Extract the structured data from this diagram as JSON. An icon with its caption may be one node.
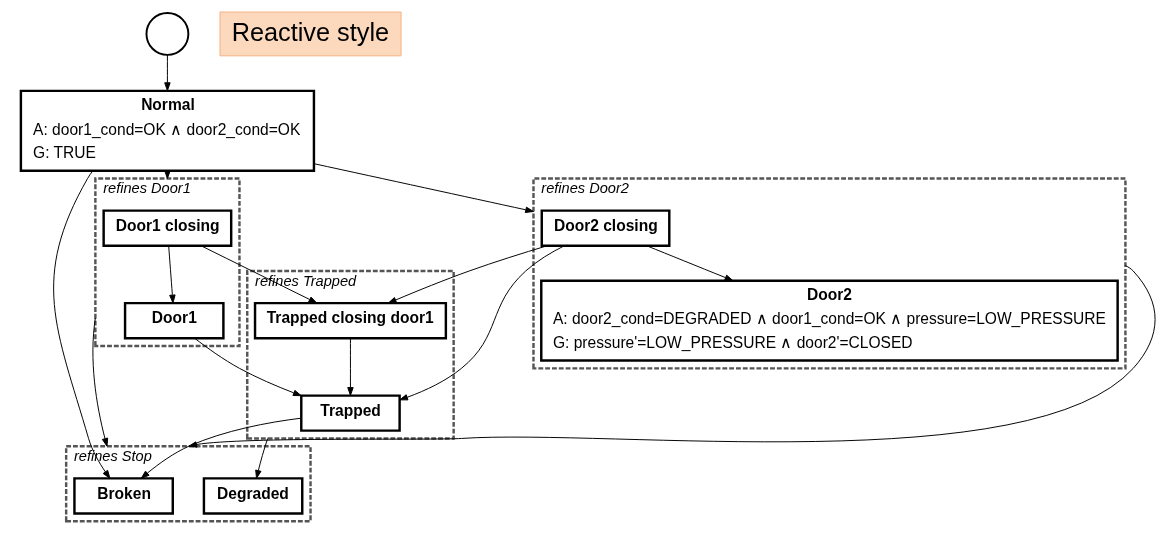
{
  "diagram": {
    "nodes": [
      {
        "text": [
          "Normal",
          "A: door1_cond=OK ∧ door2_cond=OK",
          "G: TRUE"
        ]
      },
      {
        "text": [],
        "shape": "circle"
      },
      {
        "text": [
          "refines Door1"
        ]
      },
      {
        "text": [
          "Door1 closing"
        ],
        "in": 2
      },
      {
        "text": [
          "Door1"
        ],
        "in": 2
      },
      {
        "text": [
          "refines Trapped"
        ]
      },
      {
        "text": [
          "Trapped closing door1"
        ],
        "in": 5
      },
      {
        "text": [
          "Trapped"
        ],
        "in": 5
      },
      {
        "text": [
          "refines Door2"
        ]
      },
      {
        "text": [
          "Door2 closing"
        ],
        "in": 8
      },
      {
        "text": [
          "Door2",
          "A: door2_cond=DEGRADED ∧ door1_cond=OK ∧ pressure=LOW_PRESSURE",
          "G: pressure'=LOW_PRESSURE ∧ door2'=CLOSED"
        ],
        "in": 8
      },
      {
        "text": [
          "refines Stop"
        ]
      },
      {
        "text": [
          "Broken"
        ],
        "in": 11
      },
      {
        "text": [
          "Degraded"
        ],
        "in": 11
      },
      {
        "text": [
          "Reactive style"
        ]
      }
    ],
    "edges": [
      {
        "from": 1,
        "to": 0,
        "arrow": "to"
      },
      {
        "from": 0,
        "to": 2,
        "arrow": "to"
      },
      {
        "from": 0,
        "to": 8,
        "arrow": "to"
      },
      {
        "from": 0,
        "to": 12,
        "arrow": "to"
      },
      {
        "from": 3,
        "to": 6,
        "arrow": "to"
      },
      {
        "from": 9,
        "to": 6,
        "arrow": "to"
      },
      {
        "from": 3,
        "to": 4,
        "arrow": "to"
      },
      {
        "from": 6,
        "to": 7,
        "arrow": "to"
      },
      {
        "from": 4,
        "to": 7,
        "arrow": "to"
      },
      {
        "from": 9,
        "to": 7,
        "arrow": "to"
      },
      {
        "from": 9,
        "to": 10,
        "arrow": "to"
      },
      {
        "from": 2,
        "to": 11,
        "arrow": "to"
      },
      {
        "from": 7,
        "to": 12,
        "arrow": "to"
      },
      {
        "from": 5,
        "to": 13,
        "arrow": "to"
      },
      {
        "from": 8,
        "to": 11,
        "arrow": "to"
      }
    ]
  }
}
